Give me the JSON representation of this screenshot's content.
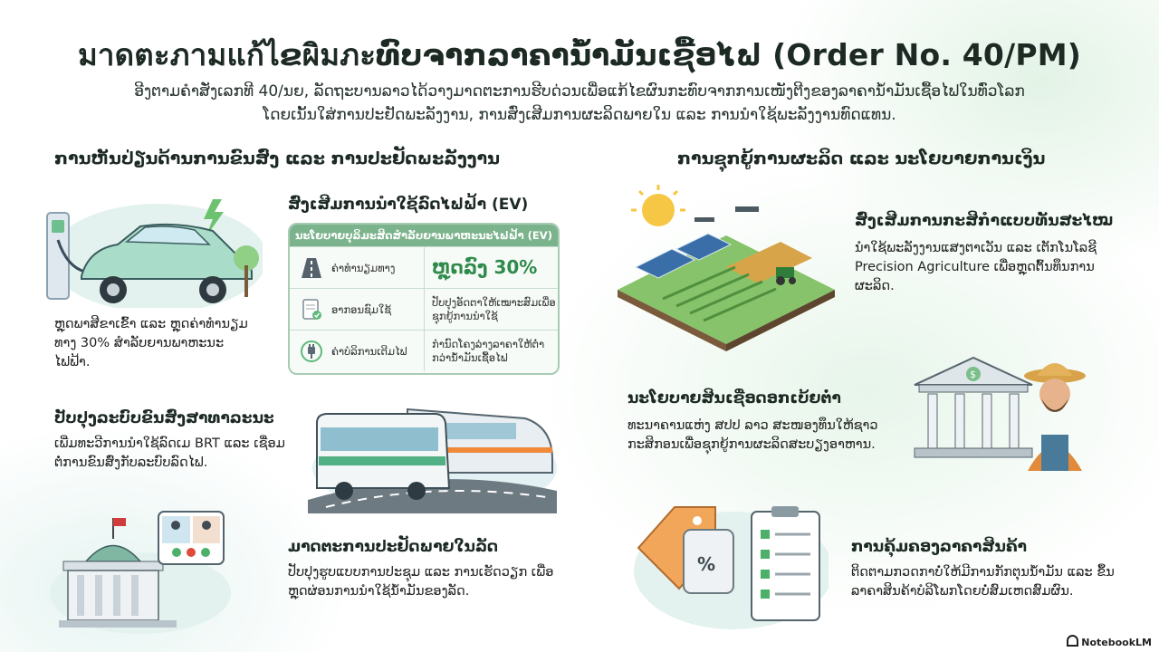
{
  "header": {
    "title": "มาดตะภามแก้ไຂผิมภะທົບຈາກລາຄານ້ຳມັນເຊື້ອໄຟ (Order No. 40/PM)",
    "subtitle_line1": "ອີງຕາມຄຳສັ່ງເລກທີ 40/ນຍ, ລັດຖະບານລາວໄດ້ວາງມາດຕະການຮີບດ່ວນເພື່ອແກ້ໄຂຜົນກະທົບຈາກການເໜັງຕີງຂອງລາຄານ້ຳມັນເຊື້ອໄຟໃນທົ່ວໂລກ",
    "subtitle_line2": "ໂດຍເນັ້ນໃສ່ການປະຢັດພະລັງງານ, ການສົ່ງເສີມການຜະລິດພາຍໃນ ແລະ ການນຳໃຊ້ພະລັງງານທົດແທນ."
  },
  "left_section": {
    "heading": "ການຫັນປ່ຽນດ້ານການຂົນສົ່ງ ແລະ ການປະຢັດພະລັງງານ",
    "ev_text": "ຫຼຸດພາສີຂາເຂົ້າ ແລະ ຫຼຸດຄ່າທຳນຽມທາງ 30% ສຳລັບຍານພາຫະນະໄຟຟ້າ.",
    "ev_block_title": "ສົ່ງເສີມການນຳໃຊ້ລົດໄຟຟ້າ (EV)",
    "ev_table": {
      "header": "ນະໂຍບາຍບຸລິມະສິດສຳລັບຍານພາຫະນະໄຟຟ້າ (EV)",
      "rows": [
        {
          "label": "ຄ່າທຳນຽມທາງ",
          "value": "ຫຼຸດລົງ 30%",
          "icon": "road-icon"
        },
        {
          "label": "ອາກອນຊົມໃຊ້",
          "value": "ປັບປຸງອັດຕາໃຫ້ເໝາະສົມເພື່ອຊຸກຍູ້ການນຳໃຊ້",
          "icon": "tax-document-icon"
        },
        {
          "label": "ຄ່າບໍລິການເຕີມໄຟ",
          "value": "ກຳນົດໂຄງລ່າງລາຄາໃຫ້ຕ່ຳກວ່ານ້ຳມັນເຊື້ອໄຟ",
          "icon": "charging-plug-icon"
        }
      ]
    },
    "transport_title": "ປັບປຸງລະບົບຂົນສົ່ງສາທາລະນະ",
    "transport_text": "ເພີ່ມທະວີການນຳໃຊ້ລົດເມ BRT ແລະ ເຊື່ອມຕໍ່ການຂົນສົ່ງກັບລະບົບລົດໄຟ.",
    "saving_title": "ມາດຕະການປະຢັດພາຍໃນລັດ",
    "saving_text": "ປັບປຸງຮູບແບບການປະຊຸມ ແລະ ການເຮັດວຽກ ເພື່ອຫຼຸດຜ່ອນການນຳໃຊ້ນ້ຳມັນຂອງລັດ."
  },
  "right_section": {
    "heading": "ການຊຸກຍູ້ການຜະລິດ ແລະ ນະໂຍບາຍການເງິນ",
    "agri_title": "ສົ່ງເສີມການກະສິກຳແບບທັນສະໄໝ",
    "agri_text": "ນຳໃຊ້ພະລັງງານແສງຕາເວັນ ແລະ ເຕັກໂນໂລຊີ Precision Agriculture ເພື່ອຫຼຸດຕົ້ນທຶນການຜະລິດ.",
    "credit_title": "ນະໂຍບາຍສິນເຊື່ອດອກເບ້ຍຕ່ຳ",
    "credit_text": "ທະນາຄານແຫ່ງ ສປປ ລາວ ສະໜອງທຶນໃຫ້ຊາວກະສິກອນເພື່ອຊຸກຍູ້ການຜະລິດສະບຽງອາຫານ.",
    "price_title": "ການຄຸ້ມຄອງລາຄາສິນຄ້າ",
    "price_text": "ຕິດຕາມກວດກາບໍ່ໃຫ້ມີການກັກຕຸນນ້ຳມັນ ແລະ ຂຶ້ນລາຄາສິນຄ້າບໍລິໂພກໂດຍບໍ່ສົມເຫດສົມຜົນ."
  },
  "footer": {
    "brand": "NotebookLM"
  },
  "colors": {
    "accent_green": "#2f8a4b",
    "table_header": "#7bb38c",
    "table_border": "#a9cbb4"
  }
}
